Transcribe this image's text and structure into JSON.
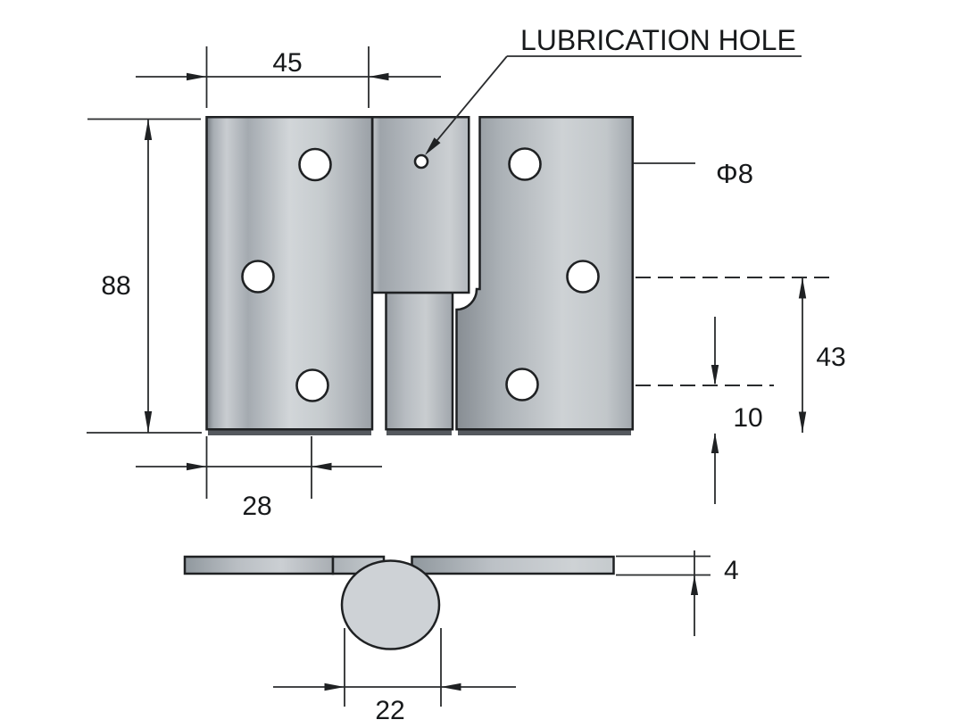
{
  "drawing": {
    "callouts": {
      "lubrication_hole": "LUBRICATION HOLE",
      "hole_diameter": "Φ8"
    },
    "dimensions": {
      "leaf_width": "45",
      "hinge_height": "88",
      "hole_offset": "28",
      "mid_hole_to_bottom": "43",
      "bottom_hole_to_edge": "10",
      "leaf_thickness": "4",
      "knuckle_diameter": "22"
    },
    "colors": {
      "outline": "#1f2123",
      "metal_light": "#d2d6d9",
      "metal_mid": "#b2b7bc",
      "metal_dark": "#82888e",
      "shadow": "#55595e",
      "background": "#ffffff"
    }
  }
}
